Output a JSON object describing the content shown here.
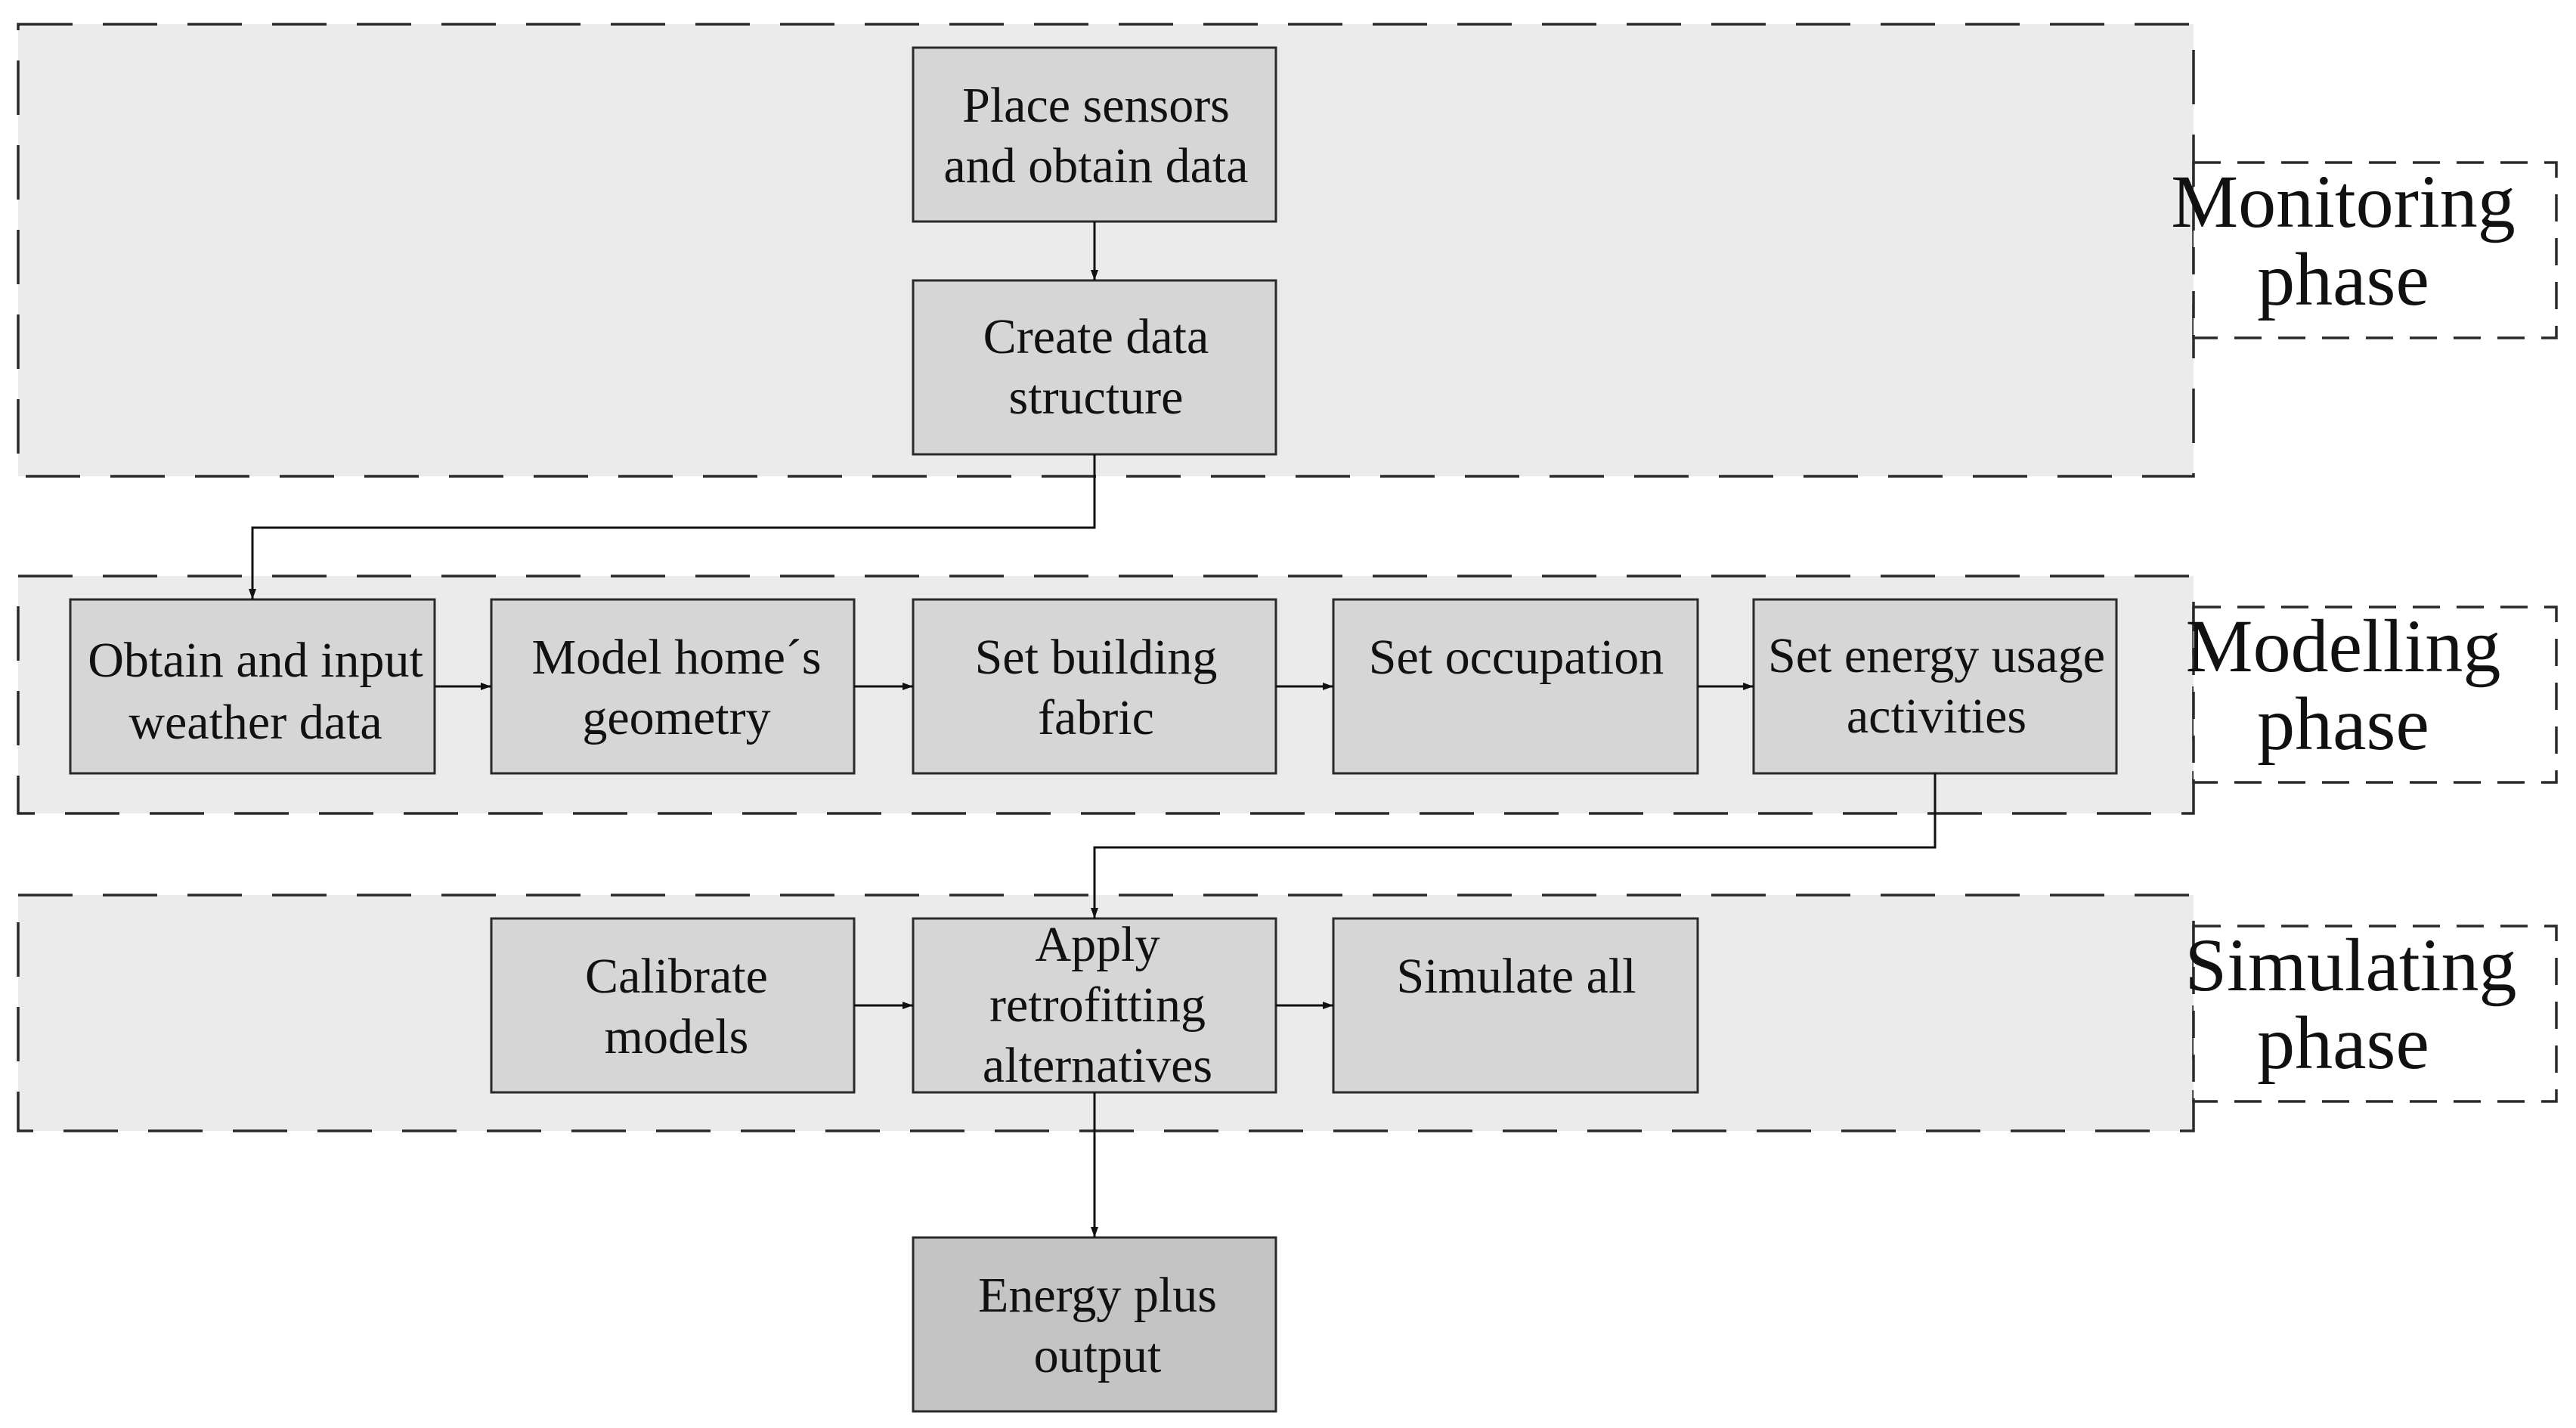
{
  "phases": {
    "monitoring": {
      "line1": "Monitoring",
      "line2": "phase"
    },
    "modelling": {
      "line1": "Modelling",
      "line2": "phase"
    },
    "simulating": {
      "line1": "Simulating",
      "line2": "phase"
    }
  },
  "steps": {
    "place_sensors": {
      "line1": "Place sensors",
      "line2": "and obtain data"
    },
    "create_data": {
      "line1": "Create data",
      "line2": "structure"
    },
    "weather": {
      "line1": "Obtain and input",
      "line2": "weather data"
    },
    "geometry": {
      "line1": "Model home´s",
      "line2": "geometry"
    },
    "fabric": {
      "line1": "Set building",
      "line2": "fabric"
    },
    "occupation": {
      "line1": "Set occupation"
    },
    "energy_usage": {
      "line1": "Set energy usage",
      "line2": "activities"
    },
    "calibrate": {
      "line1": "Calibrate",
      "line2": "models"
    },
    "retrofitting": {
      "line1": "Apply",
      "line2": "retrofitting",
      "line3": "alternatives"
    },
    "simulate": {
      "line1": "Simulate all"
    },
    "output": {
      "line1": "Energy plus",
      "line2": "output"
    }
  },
  "colors": {
    "phase_background": "#ebebeb",
    "step_fill": "#d6d6d6",
    "output_fill": "#c4c4c4",
    "line": "#111111"
  }
}
